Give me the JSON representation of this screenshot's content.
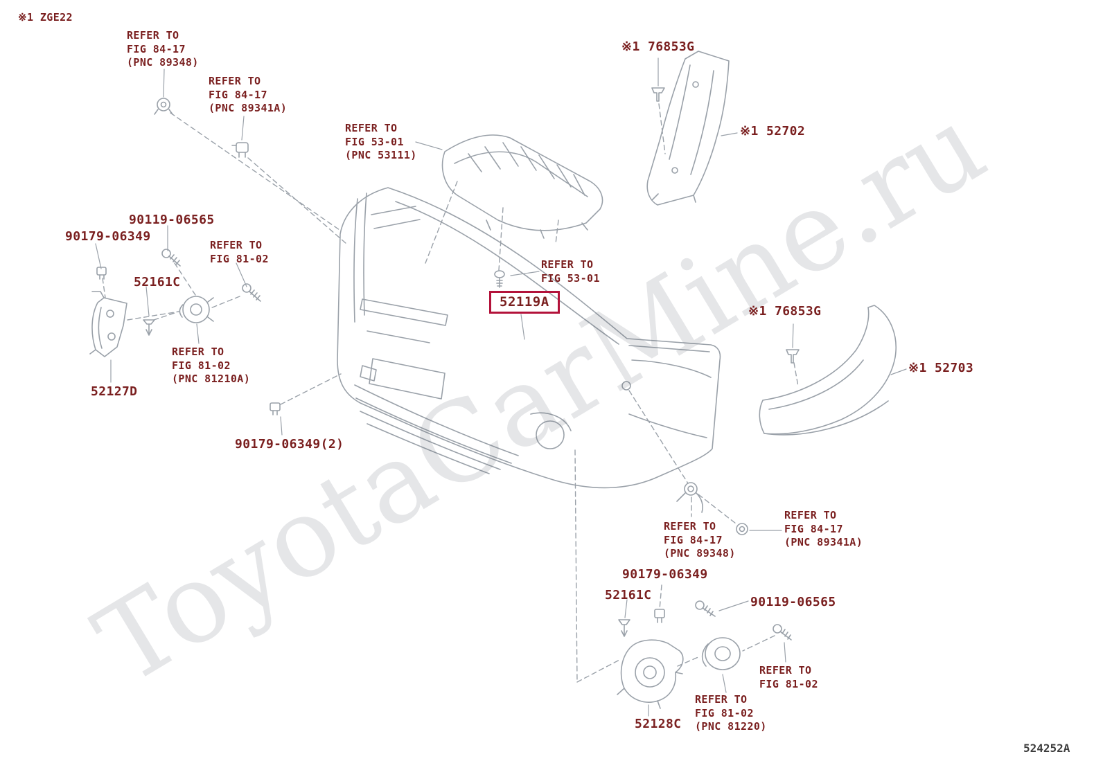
{
  "meta": {
    "watermark": "ToyotaCarMine.ru",
    "diagram_code": "524252A",
    "model_code": "※1 ZGE22"
  },
  "colors": {
    "label_text": "#7a1f1f",
    "line_art": "#9aa1a9",
    "highlight_box": "#b3123a"
  },
  "labels": {
    "model_code": "※1 ZGE22",
    "refer_8417_89348_top": "REFER TO\nFIG 84-17\n(PNC 89348)",
    "refer_8417_89341a_top": "REFER TO\nFIG 84-17\n(PNC 89341A)",
    "refer_5301_53111": "REFER TO\nFIG 53-01\n(PNC 53111)",
    "p76853g_top": "※1 76853G",
    "p52702": "※1 52702",
    "p90119_06565_left": "90119-06565",
    "p90179_06349_left": "90179-06349",
    "refer_8102_left": "REFER TO\nFIG 81-02",
    "p52161c_left": "52161C",
    "refer_5301_right": "REFER TO\nFIG 53-01",
    "p52119a": "52119A",
    "p76853g_mid": "※1 76853G",
    "p52703": "※1 52703",
    "refer_8102_81210a": "REFER TO\nFIG 81-02\n(PNC 81210A)",
    "p52127d": "52127D",
    "p90179_06349_2": "90179-06349(2)",
    "refer_8417_89348_bottom": "REFER TO\nFIG 84-17\n(PNC 89348)",
    "refer_8417_89341a_bottom": "REFER TO\nFIG 84-17\n(PNC 89341A)",
    "p90179_06349_bottom": "90179-06349",
    "p52161c_bottom": "52161C",
    "p90119_06565_bottom": "90119-06565",
    "refer_8102_bottom": "REFER TO\nFIG 81-02",
    "p52128c": "52128C",
    "refer_8102_81220": "REFER TO\nFIG 81-02\n(PNC 81220)",
    "diagram_code": "524252A"
  }
}
